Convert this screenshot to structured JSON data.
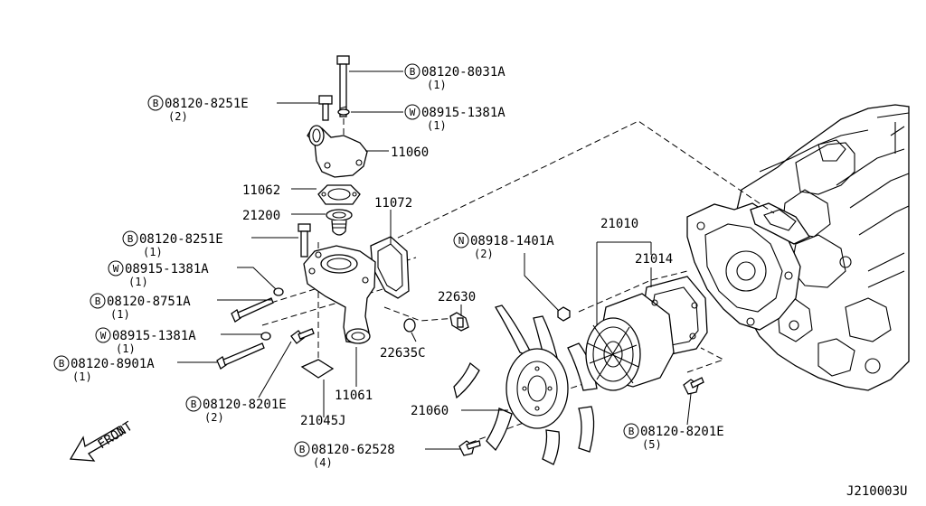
{
  "diagram_code": "J210003U",
  "front_label": "FRONT",
  "callouts": [
    {
      "id": "bolt-8031a",
      "prefix": "B",
      "number": "08120-8031A",
      "qty": "(1)"
    },
    {
      "id": "bolt-8251e-top",
      "prefix": "B",
      "number": "08120-8251E",
      "qty": "(2)"
    },
    {
      "id": "washer-1381a-top",
      "prefix": "W",
      "number": "08915-1381A",
      "qty": "(1)"
    },
    {
      "id": "part-11060",
      "number": "11060"
    },
    {
      "id": "part-11062",
      "number": "11062"
    },
    {
      "id": "part-21200",
      "number": "21200"
    },
    {
      "id": "part-11072",
      "number": "11072"
    },
    {
      "id": "bolt-8251e-mid",
      "prefix": "B",
      "number": "08120-8251E",
      "qty": "(1)"
    },
    {
      "id": "washer-1381a-mid",
      "prefix": "W",
      "number": "08915-1381A",
      "qty": "(1)"
    },
    {
      "id": "bolt-8751a",
      "prefix": "B",
      "number": "08120-8751A",
      "qty": "(1)"
    },
    {
      "id": "washer-1381a-low",
      "prefix": "W",
      "number": "08915-1381A",
      "qty": "(1)"
    },
    {
      "id": "bolt-8901a",
      "prefix": "B",
      "number": "08120-8901A",
      "qty": "(1)"
    },
    {
      "id": "bolt-8201e-left",
      "prefix": "B",
      "number": "08120-8201E",
      "qty": "(2)"
    },
    {
      "id": "part-21045j",
      "number": "21045J"
    },
    {
      "id": "part-11061",
      "number": "11061"
    },
    {
      "id": "part-22630",
      "number": "22630"
    },
    {
      "id": "part-22635c",
      "number": "22635C"
    },
    {
      "id": "nut-1401a",
      "prefix": "N",
      "number": "08918-1401A",
      "qty": "(2)"
    },
    {
      "id": "part-21010",
      "number": "21010"
    },
    {
      "id": "part-21014",
      "number": "21014"
    },
    {
      "id": "part-21060",
      "number": "21060"
    },
    {
      "id": "bolt-62528",
      "prefix": "B",
      "number": "08120-62528",
      "qty": "(4)"
    },
    {
      "id": "bolt-8201e-right",
      "prefix": "B",
      "number": "08120-8201E",
      "qty": "(5)"
    }
  ]
}
